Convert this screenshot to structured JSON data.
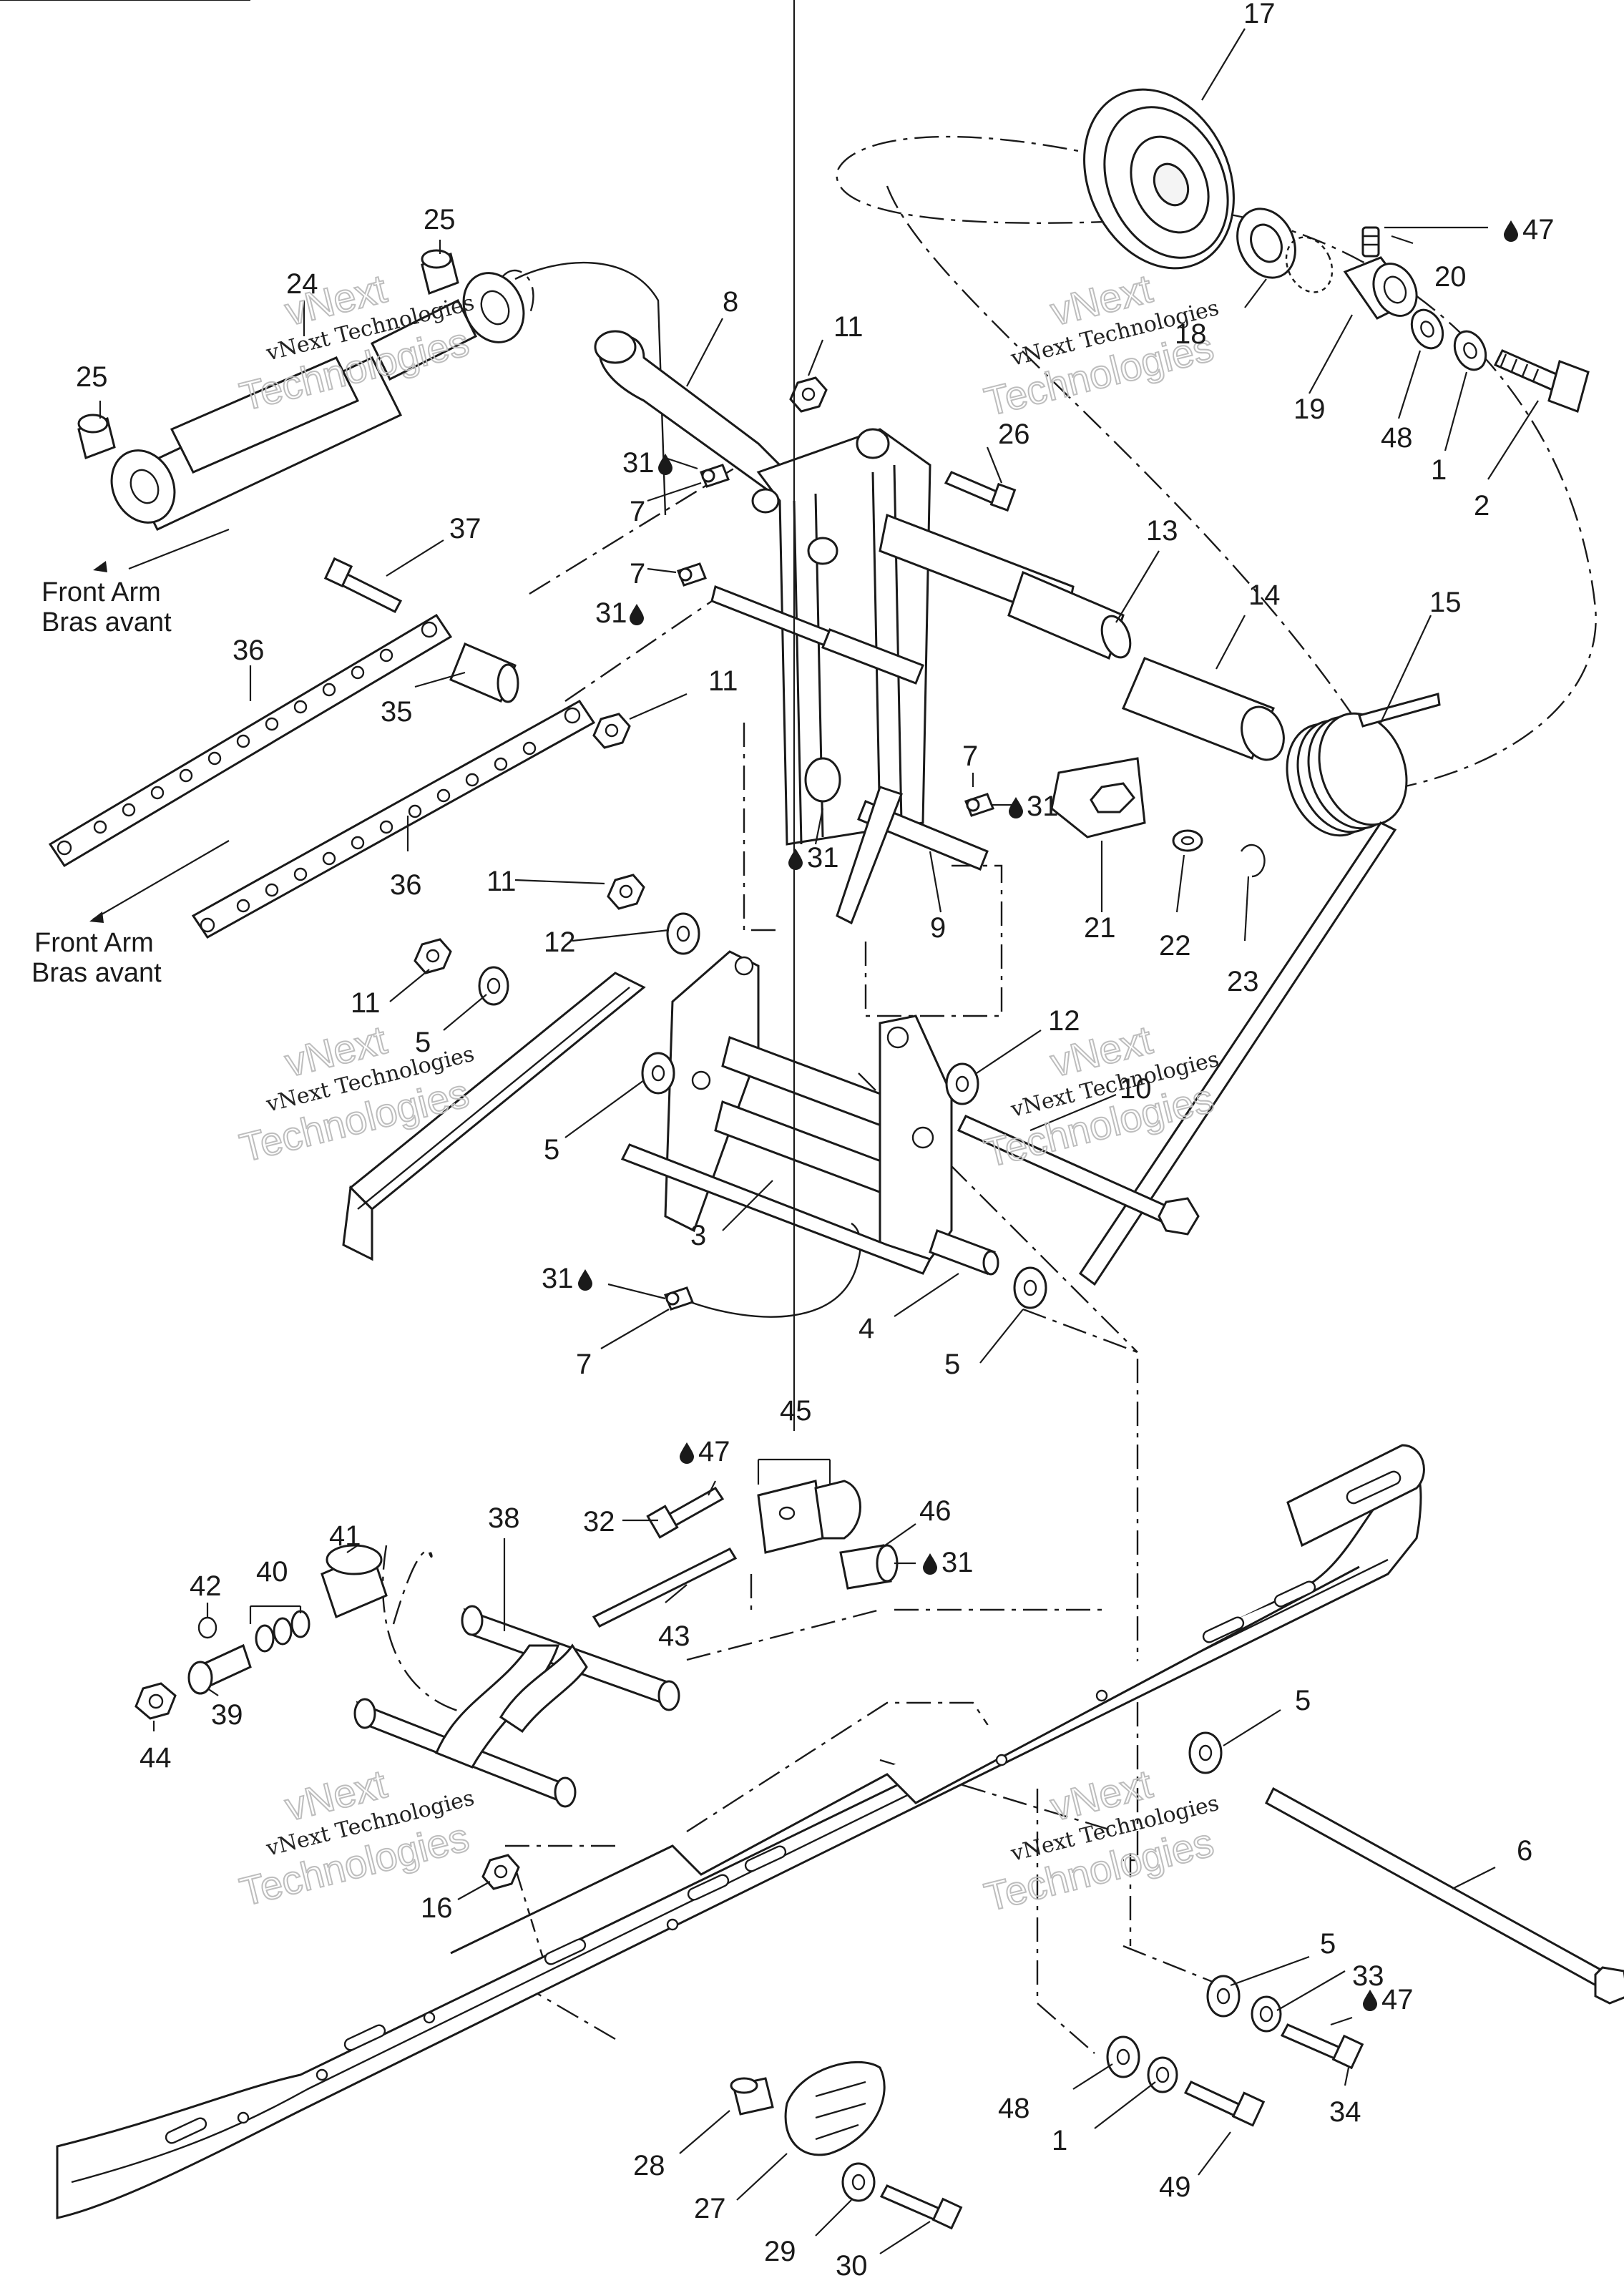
{
  "callouts": [
    {
      "id": "c17",
      "text": "17"
    },
    {
      "id": "c25a",
      "text": "25"
    },
    {
      "id": "c24",
      "text": "24"
    },
    {
      "id": "c25b",
      "text": "25"
    },
    {
      "id": "c8",
      "text": "8"
    },
    {
      "id": "c11a",
      "text": "11"
    },
    {
      "id": "c18",
      "text": "18"
    },
    {
      "id": "c20",
      "text": "20"
    },
    {
      "id": "c47a",
      "text": "47"
    },
    {
      "id": "c19",
      "text": "19"
    },
    {
      "id": "c48a",
      "text": "48"
    },
    {
      "id": "c1a",
      "text": "1"
    },
    {
      "id": "c2",
      "text": "2"
    },
    {
      "id": "c26",
      "text": "26"
    },
    {
      "id": "c31a",
      "text": "31"
    },
    {
      "id": "c7a",
      "text": "7"
    },
    {
      "id": "c7b",
      "text": "7"
    },
    {
      "id": "c31b",
      "text": "31"
    },
    {
      "id": "c37",
      "text": "37"
    },
    {
      "id": "c13",
      "text": "13"
    },
    {
      "id": "c14",
      "text": "14"
    },
    {
      "id": "c15",
      "text": "15"
    },
    {
      "id": "c36a",
      "text": "36"
    },
    {
      "id": "c35",
      "text": "35"
    },
    {
      "id": "c11b",
      "text": "11"
    },
    {
      "id": "c7c",
      "text": "7"
    },
    {
      "id": "c31c",
      "text": "31"
    },
    {
      "id": "c31d",
      "text": "31"
    },
    {
      "id": "c36b",
      "text": "36"
    },
    {
      "id": "c9",
      "text": "9"
    },
    {
      "id": "c21",
      "text": "21"
    },
    {
      "id": "c22",
      "text": "22"
    },
    {
      "id": "c23",
      "text": "23"
    },
    {
      "id": "c11c",
      "text": "11"
    },
    {
      "id": "c12a",
      "text": "12"
    },
    {
      "id": "c11d",
      "text": "11"
    },
    {
      "id": "c5a",
      "text": "5"
    },
    {
      "id": "c12b",
      "text": "12"
    },
    {
      "id": "c10",
      "text": "10"
    },
    {
      "id": "c5b",
      "text": "5"
    },
    {
      "id": "c3",
      "text": "3"
    },
    {
      "id": "c31e",
      "text": "31"
    },
    {
      "id": "c4",
      "text": "4"
    },
    {
      "id": "c7d",
      "text": "7"
    },
    {
      "id": "c5c",
      "text": "5"
    },
    {
      "id": "c45",
      "text": "45"
    },
    {
      "id": "c47b",
      "text": "47"
    },
    {
      "id": "c32",
      "text": "32"
    },
    {
      "id": "c46",
      "text": "46"
    },
    {
      "id": "c31f",
      "text": "31"
    },
    {
      "id": "c38",
      "text": "38"
    },
    {
      "id": "c41",
      "text": "41"
    },
    {
      "id": "c42",
      "text": "42"
    },
    {
      "id": "c40",
      "text": "40"
    },
    {
      "id": "c43",
      "text": "43"
    },
    {
      "id": "c39",
      "text": "39"
    },
    {
      "id": "c44",
      "text": "44"
    },
    {
      "id": "c5d",
      "text": "5"
    },
    {
      "id": "c6",
      "text": "6"
    },
    {
      "id": "c16",
      "text": "16"
    },
    {
      "id": "c5e",
      "text": "5"
    },
    {
      "id": "c33",
      "text": "33"
    },
    {
      "id": "c47c",
      "text": "47"
    },
    {
      "id": "c48b",
      "text": "48"
    },
    {
      "id": "c1b",
      "text": "1"
    },
    {
      "id": "c34",
      "text": "34"
    },
    {
      "id": "c28",
      "text": "28"
    },
    {
      "id": "c49",
      "text": "49"
    },
    {
      "id": "c27",
      "text": "27"
    },
    {
      "id": "c29",
      "text": "29"
    },
    {
      "id": "c30",
      "text": "30"
    }
  ],
  "notes": {
    "front_arm_1_en": "Front Arm",
    "front_arm_1_fr": "Bras avant",
    "front_arm_2_en": "Front Arm",
    "front_arm_2_fr": "Bras avant"
  },
  "watermark": {
    "company": "vNext Technologies",
    "line1": "vNext",
    "line2": "Technologies"
  },
  "lubricant_icon": "oil-drop-icon"
}
